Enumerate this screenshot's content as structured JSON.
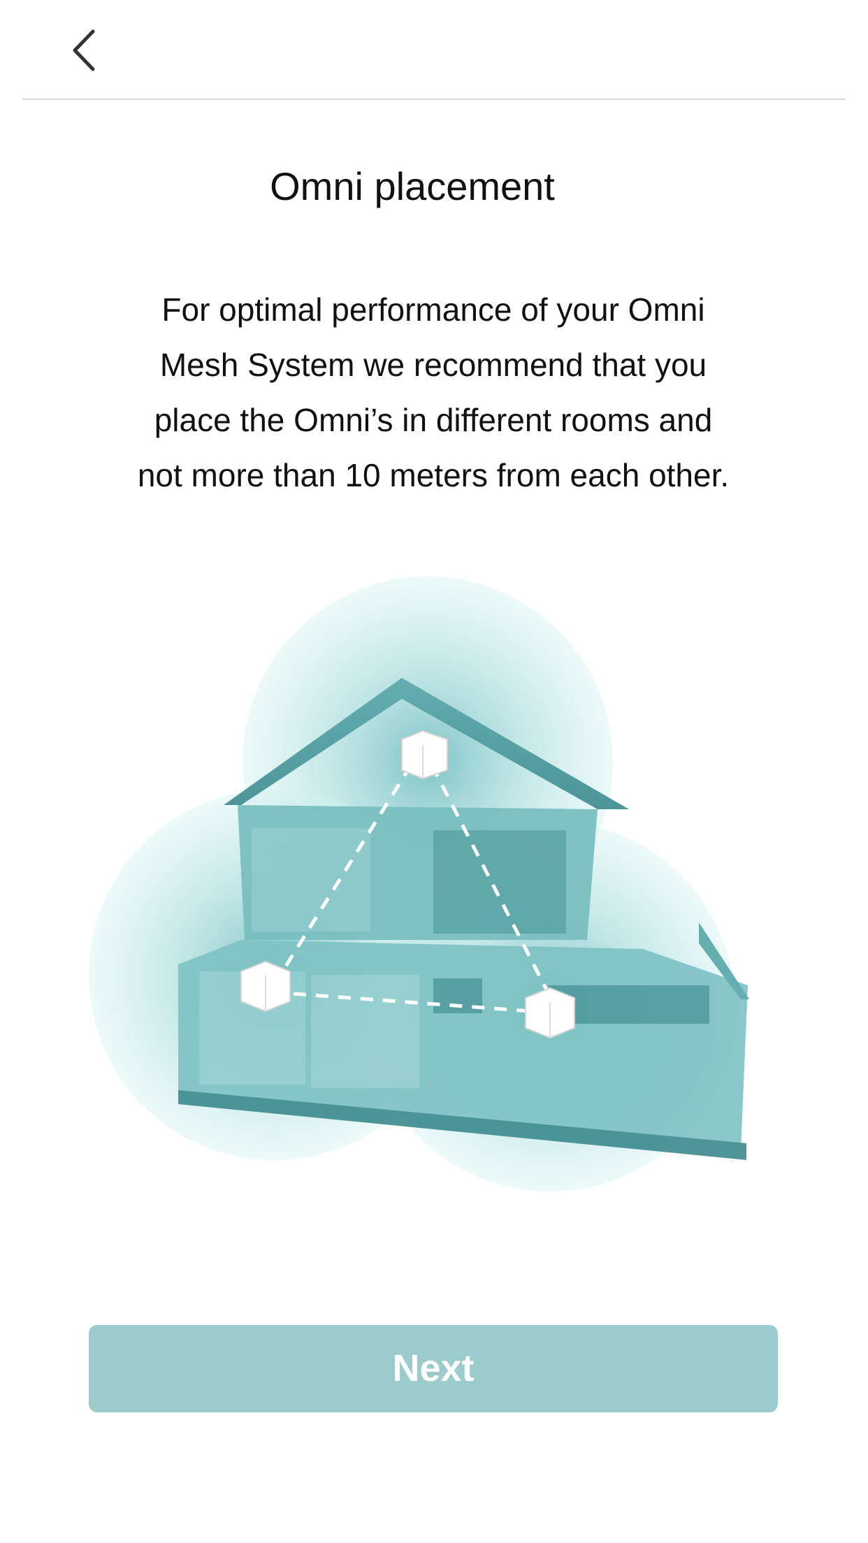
{
  "header": {
    "back_icon": "chevron-left-icon"
  },
  "main": {
    "title": "Omni placement",
    "description_lines": [
      "For optimal performance of your Omni",
      "Mesh System we recommend that you",
      "place the Omni’s in different rooms and",
      "not more than 10 meters from each other."
    ],
    "illustration": {
      "icon": "mesh-house-coverage-illustration",
      "colors": {
        "coverage": "#8ed0d2",
        "house": "#5aa8ab",
        "house_dark": "#3f8c90",
        "node": "#ffffff",
        "dashed_link": "#ffffff"
      }
    }
  },
  "footer": {
    "next_label": "Next"
  },
  "colors": {
    "accent": "#9ccbcb",
    "text": "#111111",
    "divider": "#d6d6d6",
    "background": "#ffffff"
  }
}
